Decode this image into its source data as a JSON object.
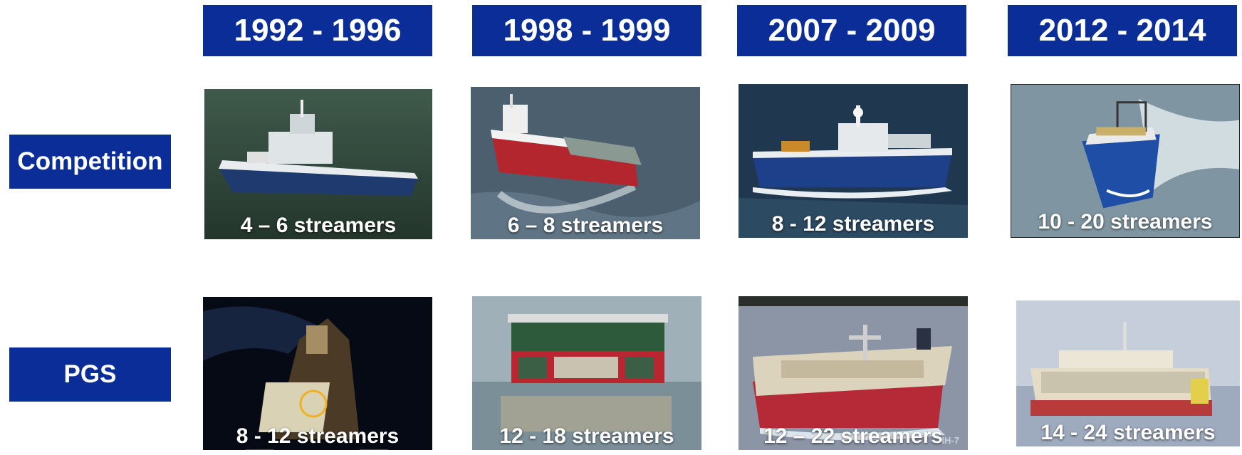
{
  "periods": [
    "1992 - 1996",
    "1998 - 1999",
    "2007 - 2009",
    "2012 - 2014"
  ],
  "rows": [
    {
      "label": "Competition",
      "captions": [
        "4 – 6 streamers",
        "6 – 8 streamers",
        "8 - 12 streamers",
        "10 - 20 streamers"
      ]
    },
    {
      "label": "PGS",
      "captions": [
        "8 - 12 streamers",
        "12 - 18 streamers",
        "12 – 22  streamers",
        "14 - 24 streamers"
      ]
    }
  ],
  "photo_watermark": "IH-7",
  "colors": {
    "header_bg": "#0b2d97",
    "header_text": "#ffffff"
  }
}
